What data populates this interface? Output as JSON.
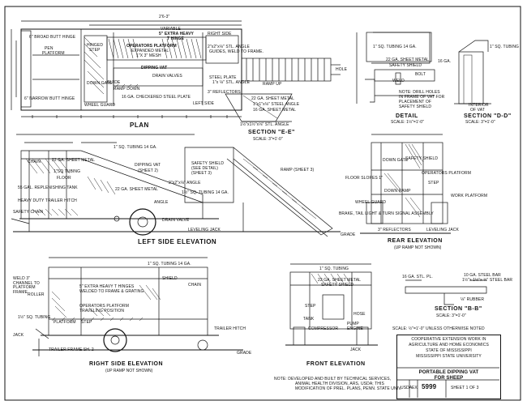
{
  "views": {
    "plan": {
      "title": "PLAN"
    },
    "left_side": {
      "title": "LEFT SIDE ELEVATION"
    },
    "right_side": {
      "title": "RIGHT SIDE ELEVATION",
      "note": "(UP RAMP NOT SHOWN)"
    },
    "rear": {
      "title": "REAR ELEVATION",
      "note": "(UP RAMP NOT SHOWN)"
    },
    "front": {
      "title": "FRONT ELEVATION"
    },
    "detail": {
      "title": "DETAIL",
      "scale": "SCALE: 1½\"=1'-0\""
    },
    "section_dd": {
      "title": "SECTION \"D-D\"",
      "scale": "SCALE: 3\"=1'-0\""
    },
    "section_ee": {
      "title": "SECTION \"E-E\"",
      "scale": "SCALE: 3\"=1'-0\""
    },
    "section_bb": {
      "title": "SECTION \"B-B\"",
      "scale": "SCALE: 3\"=1'-0\""
    }
  },
  "scale_note": "SCALE: ½\"=1'-0\" UNLESS OTHERWISE NOTED",
  "title_block": {
    "line1": "COOPERATIVE EXTENSION WORK IN",
    "line2": "AGRICULTURE AND HOME ECONOMICS",
    "line3": "STATE OF MISSISSIPPI",
    "line4": "MISSISSIPPI STATE UNIVERSITY",
    "title1": "PORTABLE DIPPING VAT",
    "title2": "FOR SHEEP",
    "agency": "USDA",
    "ex": "EX",
    "number": "5999",
    "sheet": "SHEET 1 OF 3"
  },
  "note": {
    "line1": "NOTE: DEVELOPED AND BUILT BY TECHNICAL SERVICES,",
    "line2": "ANIMAL HEALTH DIVISION, ARS, USDA; THIS",
    "line3": "MODIFICATION OF PREL. PLANS, PENN. STATE UNIV."
  },
  "plan_labels": [
    "2'6-3\"",
    "VARIABLE",
    "5\" EXTRA HEAVY",
    "T HINGE",
    "RIGHT SIDE",
    "PEN",
    "PLATFORM",
    "HINGED",
    "STEP",
    "OPERATORS PLATFORM",
    "EXPANDED METAL",
    "1\"X 3\" MESH",
    "DIPPING VAT",
    "DRAIN VALVES",
    "2\"x2\"x⅛\" STL. ANGLE",
    "GUIDES, WELD TO FRAME.",
    "HOLE",
    "16 GA. CHECKERED STEEL PLATE",
    "WHEEL GUARD",
    "DOWN GATE",
    "GUIDE",
    "RAMP DOWN",
    "RAMP UP",
    "3\" REFLECTORS",
    "LEFT SIDE",
    "6\" NARROW BUTT HINGE",
    "6\" BROAD BUTT HINGE",
    "STEEL PLATE",
    "1\"x ⅛\" STL. ANGLE"
  ],
  "section_ee_labels": [
    "22 GA. SHEET METAL",
    "1\"x1\"x⅛\" STEEL ANGLE",
    "16 GA. SHEET METAL",
    "1½\"x1½\"x⅛\" STL. ANGLE"
  ],
  "detail_labels": [
    "1\" SQ. TUBING 14 GA.",
    "22 GA. SHEET METAL",
    "SAFETY SHIELD",
    "16 GA.",
    "WELD",
    "NOTE: DRILL HOLES",
    "IN FRAME OF VAT FOR",
    "PLACEMENT OF",
    "SAFETY SHIELD",
    "BOLT",
    "1\" SQ. TUBING",
    "INTERIOR",
    "OF VAT"
  ],
  "left_side_labels": [
    "1\" SQ. TUBING 14 GA.",
    "CHAIN",
    "22 GA. SHEET METAL",
    "1\"SQ TUBING",
    "(SHEET 2)",
    "SAFETY SHIELD",
    "(SEE DETAIL)",
    "DIPPING VAT",
    "(SHEET 3)",
    "RAMP (SHEET 3)",
    "55 GAL. REPLENISHING TANK",
    "22 GA. SHEET METAL",
    "HEAVY DUTY TRAILER HITCH",
    "SAFETY CHAIN",
    "FLOOR",
    "2\"x2\"x⅛\" ANGLE",
    "1½\" SQ. TUBING 14 GA.",
    "ANGLE",
    "DRAIN VALVE",
    "LEVELING JACK"
  ],
  "rear_labels": [
    "FLOOR SLOPES 1\"",
    "WHEEL GUARD",
    "DOWN RAMP",
    "BRAKE, TAIL LIGHT & TURN SIGNAL ASSEMBLY",
    "DOWN GATE",
    "SAFETY SHIELD",
    "OPERATORS PLATFORM",
    "STEP",
    "WORK PLATFORM",
    "LEVELING JACK",
    "3\" REFLECTORS",
    "GRADE"
  ],
  "right_side_labels": [
    "1\" SQ. TUBING 14 GA.",
    "WELD 3\" CHANNEL TO PLATFORM FRAME.",
    "ROLLER",
    "SHIELD",
    "5\" EXTRA HEAVY T HINGES WELDED TO FRAME & GRATING",
    "CHAIN",
    "OPERATORS PLATFORM",
    "TRAVELING POSITION",
    "1½\" SQ. TUBING",
    "PLATFORM",
    "STEP",
    "JACK",
    "TRAILER FRAME SH. 2",
    "TRAILER HITCH",
    "GRADE"
  ],
  "front_labels": [
    "1\" SQ. TUBING",
    "22 GA. SHEET METAL",
    "SAFETY SHIELD",
    "STEP",
    "TANK",
    "COMPRESSOR",
    "ENGINE",
    "PUMP",
    "HOSE",
    "JACK"
  ],
  "section_bb_labels": [
    "16 GA. STL. PL.",
    "10 GA. STEEL BAR",
    "1½\"x 1½\"x ⅛\" STEEL BAR",
    "⅛\" RUBBER"
  ]
}
